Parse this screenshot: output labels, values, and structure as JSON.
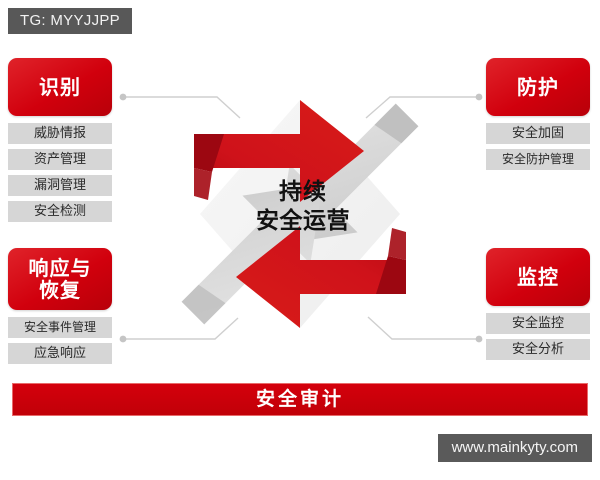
{
  "tag": {
    "label": "TG: MYYJJPP"
  },
  "watermark": {
    "label": "www.mainkyty.com"
  },
  "center": {
    "line1": "持续",
    "line2": "安全运营"
  },
  "audit": {
    "label": "安全审计"
  },
  "groups": {
    "identify": {
      "title": "识别",
      "items": [
        "威胁情报",
        "资产管理",
        "漏洞管理",
        "安全检测"
      ]
    },
    "protect": {
      "title": "防护",
      "items": [
        "安全加固",
        "安全防护管理"
      ]
    },
    "respond": {
      "title_line1": "响应与",
      "title_line2": "恢复",
      "items": [
        "安全事件管理",
        "应急响应"
      ]
    },
    "monitor": {
      "title": "监控",
      "items": [
        "安全监控",
        "安全分析"
      ]
    }
  },
  "colors": {
    "red": "#d1000d",
    "red_dark": "#9e0712",
    "gray_box": "#d6d6d6",
    "gray_arrow": "#d2d2d2",
    "gray_arrow_dark": "#b9b9b9",
    "tag_bg": "#585858",
    "line": "#c9c9c9"
  }
}
